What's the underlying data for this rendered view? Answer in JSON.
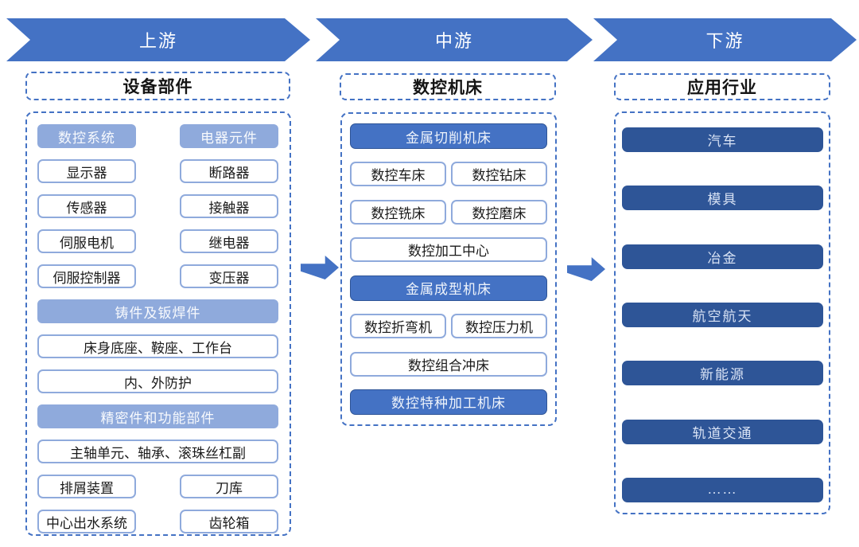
{
  "colors": {
    "stage_banner_blue": "#4472C4",
    "light_category_blue": "#8FAADC",
    "dark_industry_blue": "#2E5597",
    "dashed_border_blue": "#4472C4",
    "box_border_blue": "#8FAADC"
  },
  "upstream": {
    "banner": "上游",
    "title": "设备部件",
    "group1": {
      "headers": [
        "数控系统",
        "电器元件"
      ],
      "rows": [
        [
          "显示器",
          "断路器"
        ],
        [
          "传感器",
          "接触器"
        ],
        [
          "伺服电机",
          "继电器"
        ],
        [
          "伺服控制器",
          "变压器"
        ]
      ]
    },
    "group2": {
      "header": "铸件及钣焊件",
      "rows": [
        "床身底座、鞍座、工作台",
        "内、外防护"
      ]
    },
    "group3": {
      "header": "精密件和功能部件",
      "full": "主轴单元、轴承、滚珠丝杠副",
      "rows": [
        [
          "排屑装置",
          "刀库"
        ],
        [
          "中心出水系统",
          "齿轮箱"
        ]
      ]
    }
  },
  "midstream": {
    "banner": "中游",
    "title": "数控机床",
    "sections": [
      {
        "header": "金属切削机床",
        "pairs": [
          [
            "数控车床",
            "数控钻床"
          ],
          [
            "数控铣床",
            "数控磨床"
          ]
        ],
        "full": "数控加工中心"
      },
      {
        "header": "金属成型机床",
        "pairs": [
          [
            "数控折弯机",
            "数控压力机"
          ]
        ],
        "full": "数控组合冲床"
      },
      {
        "header": "数控特种加工机床"
      }
    ]
  },
  "downstream": {
    "banner": "下游",
    "title": "应用行业",
    "industries": [
      "汽车",
      "模具",
      "冶金",
      "航空航天",
      "新能源",
      "轨道交通",
      "……"
    ]
  }
}
